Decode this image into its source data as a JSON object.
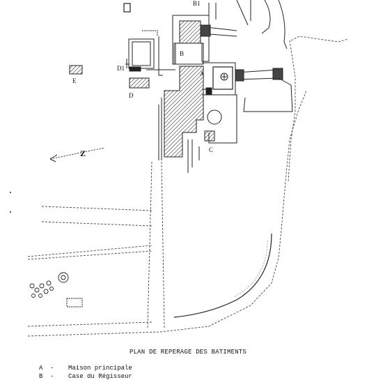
{
  "plan": {
    "caption": "PLAN DE REPERAGE DES BATIMENTS",
    "labels": {
      "A": "A",
      "B": "B",
      "B1": "B1",
      "C": "C",
      "D": "D",
      "D1": "D1",
      "E": "E",
      "north": "Z"
    },
    "legend": [
      {
        "key": "A",
        "dash": "-",
        "text": "Maison principale"
      },
      {
        "key": "B",
        "dash": "-",
        "text": "Case du Régisseur"
      }
    ]
  }
}
